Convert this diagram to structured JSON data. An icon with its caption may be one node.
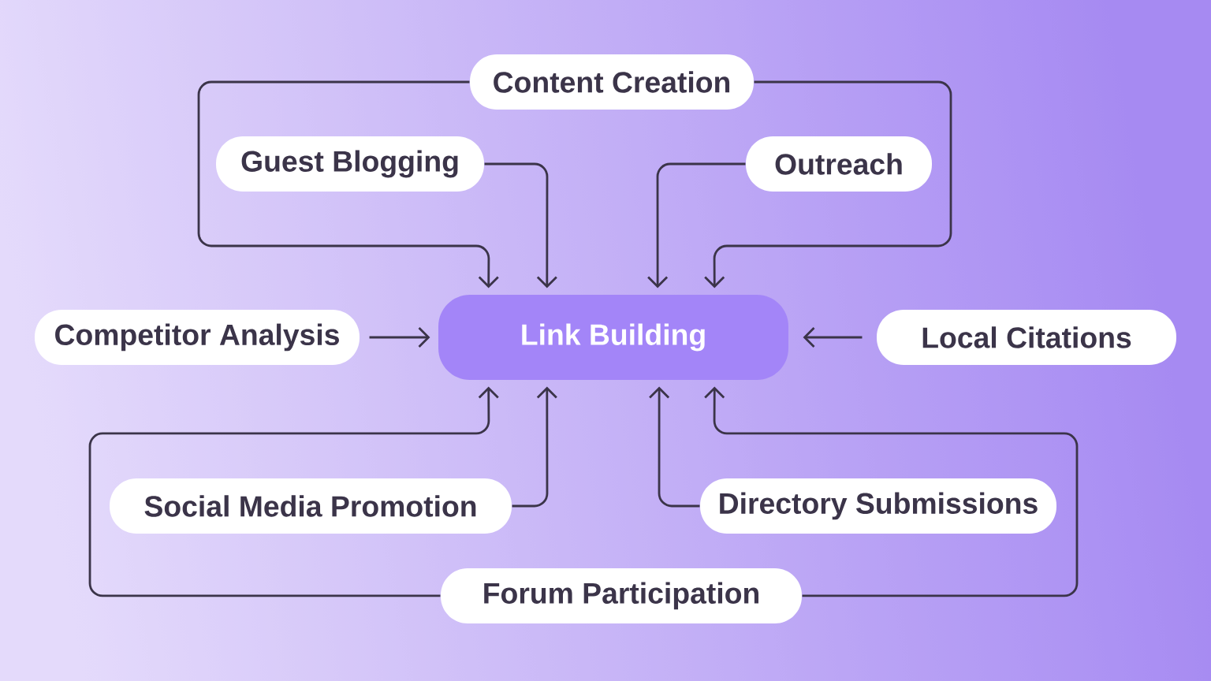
{
  "diagram": {
    "nodes": [
      {
        "text": [
          "Content Creation"
        ]
      },
      {
        "text": [
          "Guest Blogging"
        ]
      },
      {
        "text": [
          "Outreach"
        ]
      },
      {
        "text": [
          "Competitor Analysis"
        ]
      },
      {
        "text": [
          "Link Building"
        ]
      },
      {
        "text": [
          "Local Citations"
        ]
      },
      {
        "text": [
          "Social Media Promotion"
        ]
      },
      {
        "text": [
          "Directory Submissions"
        ]
      },
      {
        "text": [
          "Forum Participation"
        ]
      }
    ],
    "edges": [
      {
        "from": 0,
        "to": 4,
        "arrow": "to"
      },
      {
        "from": 0,
        "to": 4,
        "arrow": "to"
      },
      {
        "from": 1,
        "to": 4,
        "arrow": "to"
      },
      {
        "from": 2,
        "to": 4,
        "arrow": "to"
      },
      {
        "from": 3,
        "to": 4,
        "arrow": "to"
      },
      {
        "from": 5,
        "to": 4,
        "arrow": "to"
      },
      {
        "from": 6,
        "to": 4,
        "arrow": "to"
      },
      {
        "from": 8,
        "to": 4,
        "arrow": "to"
      },
      {
        "from": 7,
        "to": 4,
        "arrow": "to"
      },
      {
        "from": 8,
        "to": 4,
        "arrow": "to"
      }
    ]
  }
}
